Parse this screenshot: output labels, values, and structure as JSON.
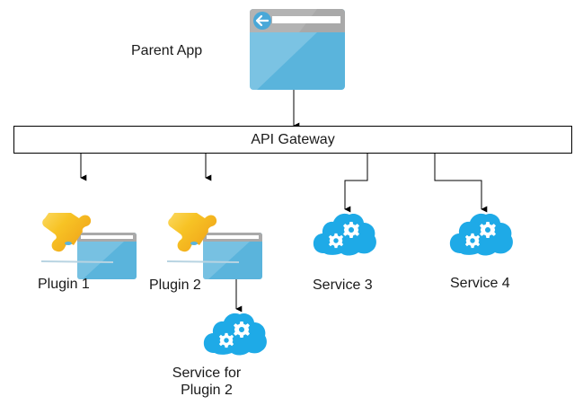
{
  "diagram": {
    "parent_app": {
      "label": "Parent App",
      "icon": "browser-window-back-icon"
    },
    "gateway": {
      "label": "API Gateway"
    },
    "plugins": [
      {
        "label": "Plugin 1",
        "icon": "puzzle-plugin-window-icon"
      },
      {
        "label": "Plugin 2",
        "icon": "puzzle-plugin-window-icon"
      }
    ],
    "services": [
      {
        "label": "Service 3",
        "icon": "cloud-gears-icon"
      },
      {
        "label": "Service 4",
        "icon": "cloud-gears-icon"
      }
    ],
    "plugin_service": {
      "label_line1": "Service for",
      "label_line2": "Plugin 2",
      "icon": "cloud-gears-icon"
    },
    "edges": [
      {
        "from": "Parent App",
        "to": "API Gateway"
      },
      {
        "from": "API Gateway",
        "to": "Plugin 1"
      },
      {
        "from": "API Gateway",
        "to": "Plugin 2"
      },
      {
        "from": "API Gateway",
        "to": "Service 3"
      },
      {
        "from": "API Gateway",
        "to": "Service 4"
      },
      {
        "from": "Plugin 2",
        "to": "Service for Plugin 2"
      }
    ]
  },
  "colors": {
    "window_blue": "#5ab4dc",
    "window_blue_light": "#7fc8e6",
    "window_bar": "#a9a9a9",
    "back_circle": "#4aa8d8",
    "puzzle_yellow": "#f7c325",
    "puzzle_orange": "#f0a020",
    "cloud_blue": "#1eaae7",
    "line": "#000000"
  }
}
